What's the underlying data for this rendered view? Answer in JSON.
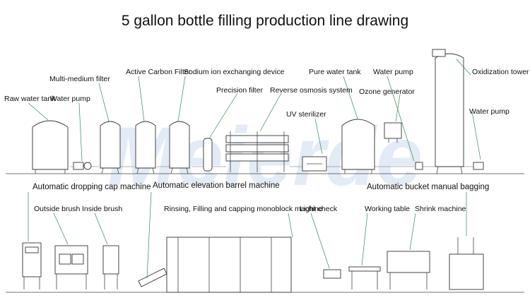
{
  "title": "5 gallon bottle filling production line drawing",
  "watermark": "Meierde",
  "accent_color": "#2e8b57",
  "water_treatment_labels": {
    "raw_water_tank": "Raw water tank",
    "water_pump_1": "Water pump",
    "multi_medium_filter": "Multi-medium filter",
    "active_carbon_filter": "Active Carbon Filter",
    "sodium_ion_device": "Sodium ion exchanging device",
    "precision_filter": "Precision filter",
    "reverse_osmosis": "Reverse osmosis system",
    "uv_sterilizer": "UV sterilizer",
    "pure_water_tank": "Pure water tank",
    "water_pump_2": "Water pump",
    "ozone_generator": "Ozone generator",
    "oxidization_tower": "Oxidization tower",
    "water_pump_3": "Water pump"
  },
  "filling_line_labels": {
    "dropping_cap": "Automatic dropping cap machine",
    "elevation_barrel": "Automatic elevation barrel machine",
    "bucket_bagging": "Automatic bucket manual bagging",
    "outside_brush": "Outside brush",
    "inside_brush": "Inside brush",
    "monoblock": "Rinsing, Filling and capping monoblock machine",
    "light_check": "Light check",
    "working_table": "Working table",
    "shrink_machine": "Shrink machine"
  }
}
